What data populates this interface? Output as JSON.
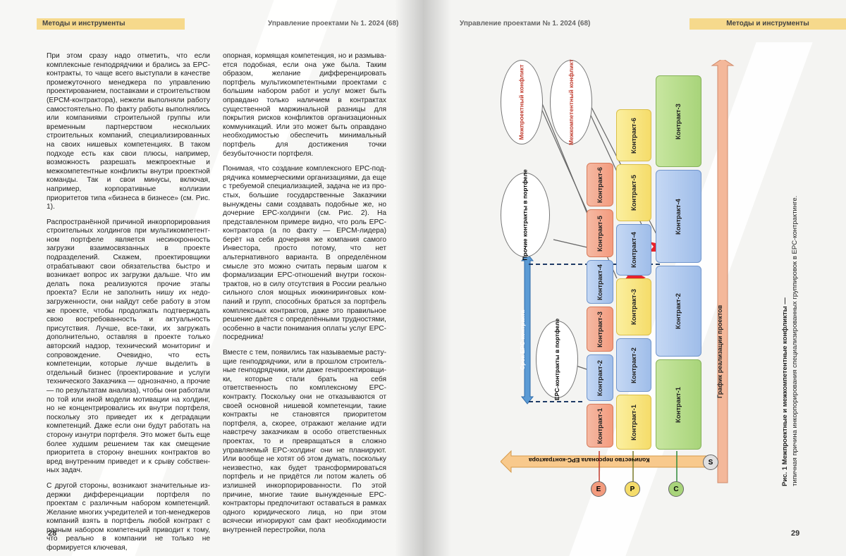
{
  "left_page": {
    "section_tag": "Методы и инструменты",
    "issue": "Управление проектами № 1. 2024 (68)",
    "page_number": "28",
    "col1": [
      "При этом сразу надо отметить, что если комплекс­ные генподрядчики и брались за EPC-контракты, то чаще всего выступали в качестве промежуточ­ного менеджера по управлению проектированием, поставками и строительством (EPCM-контрактора), нежели выполняли работу самостоятельно. По фак­ту работы выполнялись или компаниями строитель­ной группы или временным партнерством несколь­ких строительных компаний, специализированных на своих нишевых компетенциях. В таком подходе есть как свои плюсы, например, возможность раз­решать межпроектные и межкомпетентные кон­фликты внутри проектной команды. Так и свои ми­нусы, включая, например, корпоративные коллизии приоритетов типа «бизнеса в бизнесе» (см. Рис. 1).",
      "Распространённой причиной инкорпорирования строительных холдингов при мультикомпетент­ном портфеле является несинхронность загрузки взаимосвязанных в проекте подразделений. Ска­жем, проектировщики отрабатывают свои обяза­тельства быстро и возникает вопрос их загрузки дальше. Что им делать пока реализуются прочие этапы проекта? Если не заполнить нишу их недо­загруженности, они найдут себе работу в этом же проекте, чтобы продолжать подтверждать свою востребованность и актуальность присутствия. Лучше, все-таки, их загружать дополнительно, оставляя в проекте только авторский надзор, технический мониторинг и сопровождение. Очевидно, что есть компетенции, которые лучше выделить в отдельный бизнес (проектирование и услуги технического Заказчика — однозначно, а прочие — по результатам анализа), чтобы они работали по той или иной модели мотивации на холдинг, но не концентрировались их внутри портфеля, поскольку это приведет их к деграда­ции компетенций. Даже если они будут работать на сторону изнутри портфеля. Это может быть еще более худшим решением так как смеще­ние приоритета в сторону внешних контрактов во вред внутренним приведет и к срыву собствен­ных задач.",
      "С другой стороны, возникают значительные из­держки дифференциации портфеля по проектам с различным набором компетенций. Желание многих учредителей и топ-менеджеров компаний взять в портфель любой контракт с разным набо­ром компетенций приводит к тому, что реально в компании не только не формируется ключевая,"
    ],
    "col2": [
      "опорная, кормящая компетенция, но и размыва­ется подобная, если она уже была. Таким образом, желание дифференцировать портфель мульти­компетентными проектами с большим набором работ и услуг может быть оправдано только на­личием в контрактах существенной маржиналь­ной разницы для покрытия рисков конфликтов организационных коммуникаций. Или это может быть оправдано необходимостью обеспечить минимальный портфель для достижения точки безубыточности портфеля.",
      "Понимая, что создание комплексного EPC-под­рядчика коммерческими организациями, да еще с требуемой специализацией, задача не из про­стых, большие государственные Заказчики выну­ждены сами создавать подобные же, но дочерние EPC-холдинги (см. Рис. 2). На представленном при­мере видно, что роль EPC-контрактора (а по фак­ту — EPCM-лидера) берёт на себя дочерняя же компания самого Инвестора, просто потому, что нет альтернативного варианта. В определён­ном смысле это можно считать первым шагом к формализации EPC-отношений внутри госкон­трактов, но в силу отсутствия в России реально сильного слоя мощных инжиниринговых ком­паний и групп, способных браться за портфель комплексных контрактов, даже это правильное решение даётся с определёнными трудностя­ми, особенно в части понимания оплаты услуг EPC-посредника!",
      "Вместе с тем, появились так называемые расту­щие генподрядчики, или в прошлом строитель­ные генподрядчики, или даже генпроектировщи­ки, которые стали брать на себя ответственность по комплексному EPC-контракту. Поскольку они не отказываются от своей основной нишевой компетенции, такие контракты не становятся приоритетом портфеля, а, скорее, отражают же­лание идти навстречу заказчикам в особо ответ­ственных проектах, то и превращаться в сложно управляемый EPC-холдинг они не планируют. Или вообще не хотят об этом думать, поскольку неизвестно, как будет трансформироваться порт­фель и не придётся ли потом жалеть об излишней инкорпорированности. По этой причине, многие такие вынужденные EPC-контракторы предпочи­тают оставаться в рамках одного юридического лица, но при этом всячески игнорируют сам факт необходимости внутренней перестройки, пола­"
    ]
  },
  "right_page": {
    "section_tag": "Методы и инструменты",
    "issue": "Управление проектами № 1. 2024 (68)",
    "page_number": "29",
    "caption_line1": "Рис. 1 Межпроектные и межкомпетентные конфликты —",
    "caption_line2": "типичная причина инкорпорирования специализированных группировок в EPC-контрактинге."
  },
  "chart_data": {
    "type": "diagram",
    "columns": [
      {
        "letter": "E",
        "color": "#f39b7e",
        "contracts": [
          "Контракт-1",
          "Контракт-2",
          "Контракт-3",
          "Контракт-4",
          "Контракт-5",
          "Контракт-6"
        ]
      },
      {
        "letter": "P",
        "color": "#f5dc6a",
        "contracts": [
          "Контракт-1",
          "Контракт-2",
          "Контракт-3",
          "Контракт-4",
          "Контракт-5",
          "Контракт-6"
        ]
      },
      {
        "letter": "C",
        "color": "#a8d47a",
        "contracts": [
          "Контракт-1",
          "Контракт-2",
          "Контракт-4",
          "Контракт-3"
        ]
      }
    ],
    "labels": {
      "intercompetence": "Межкомпетентный конфликт",
      "interproject": "Межпроектный конфликт",
      "other_contracts": "Прочие контракты в портфеле",
      "epc_contracts": "EPC-контракты в портфеле",
      "epc_term": "Срок EPC-контракта",
      "schedule": "График реализации проектов",
      "staff": "Количество персонала EPC-контрактора",
      "s_label": "S",
      "letter_e": "E",
      "letter_p": "P",
      "letter_c": "C"
    }
  }
}
